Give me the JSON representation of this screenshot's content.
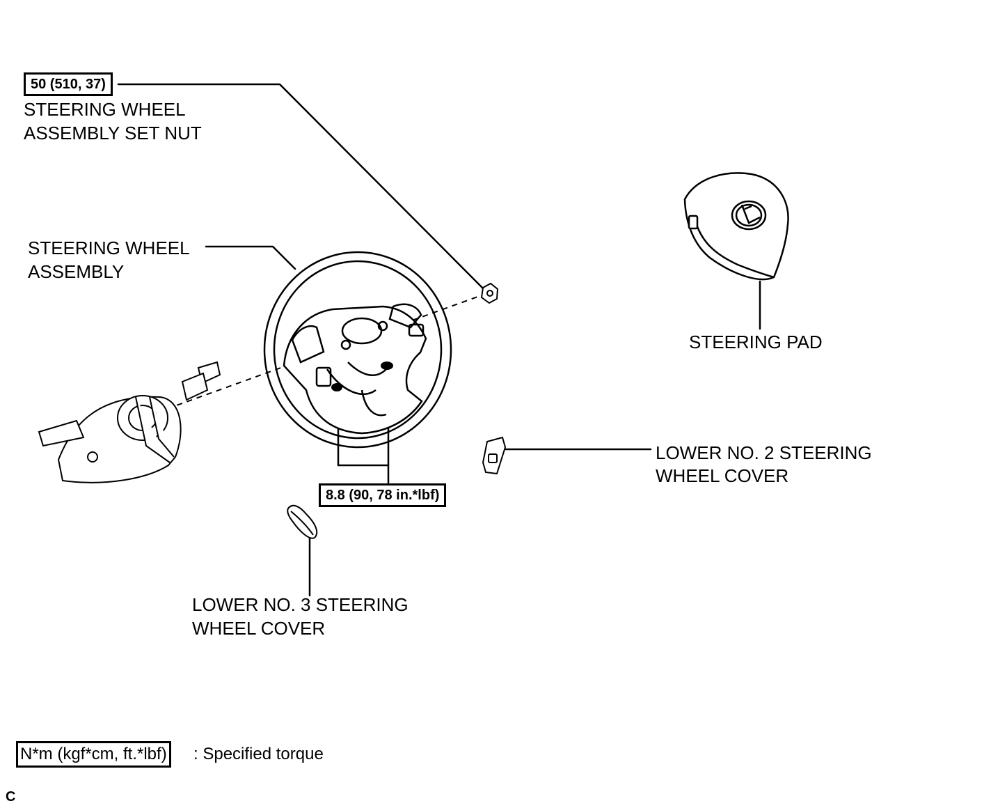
{
  "callouts": {
    "set_nut_torque": "50 (510, 37)",
    "set_nut_line1": "STEERING WHEEL",
    "set_nut_line2": "ASSEMBLY SET NUT",
    "wheel_line1": "STEERING WHEEL",
    "wheel_line2": "ASSEMBLY",
    "pad": "STEERING PAD",
    "cover2_line1": "LOWER NO. 2 STEERING",
    "cover2_line2": "WHEEL COVER",
    "cover3_line1": "LOWER NO. 3 STEERING",
    "cover3_line2": "WHEEL COVER",
    "connector_torque": "8.8 (90, 78 in.*lbf)"
  },
  "legend": {
    "unit": "N*m (kgf*cm, ft.*lbf)",
    "meaning": ": Specified torque"
  },
  "corner_mark": "C"
}
